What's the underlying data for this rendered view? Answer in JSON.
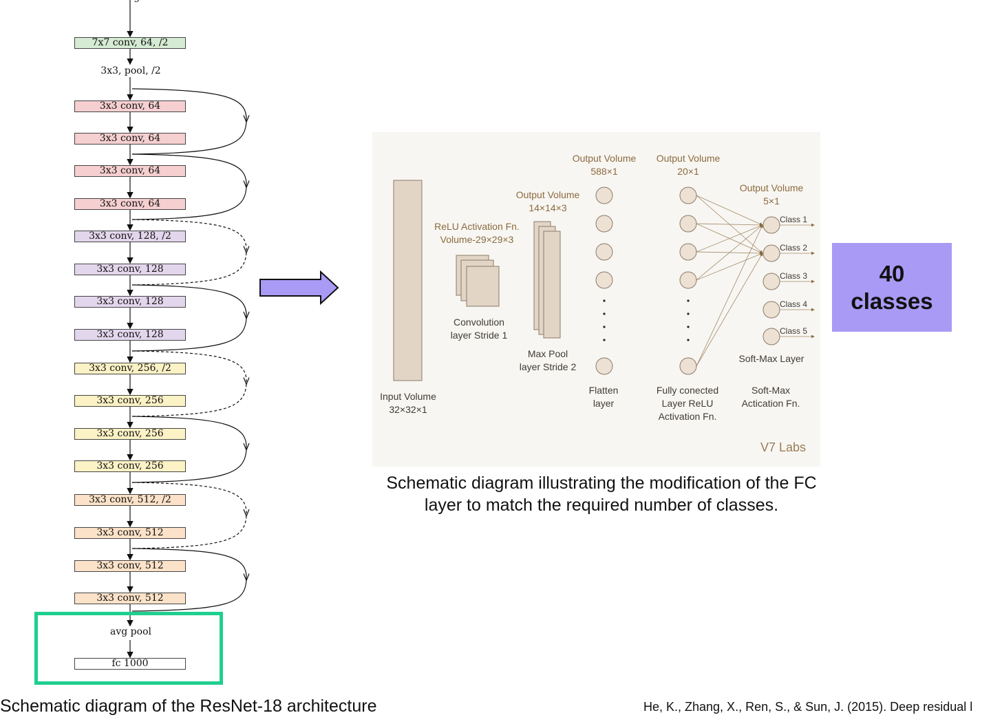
{
  "resnet": {
    "input_label": "image",
    "stem": {
      "conv": "7x7 conv, 64, /2",
      "pool": "3x3, pool, /2"
    },
    "layers": [
      {
        "label": "3x3 conv, 64",
        "color": "#f6cfd0"
      },
      {
        "label": "3x3 conv, 64",
        "color": "#f6cfd0"
      },
      {
        "label": "3x3 conv, 64",
        "color": "#f6cfd0"
      },
      {
        "label": "3x3 conv, 64",
        "color": "#f6cfd0"
      },
      {
        "label": "3x3 conv, 128, /2",
        "color": "#e2d6ec"
      },
      {
        "label": "3x3 conv, 128",
        "color": "#e2d6ec"
      },
      {
        "label": "3x3 conv, 128",
        "color": "#e2d6ec"
      },
      {
        "label": "3x3 conv, 128",
        "color": "#e2d6ec"
      },
      {
        "label": "3x3 conv, 256, /2",
        "color": "#fbf2c5"
      },
      {
        "label": "3x3 conv, 256",
        "color": "#fbf2c5"
      },
      {
        "label": "3x3 conv, 256",
        "color": "#fbf2c5"
      },
      {
        "label": "3x3 conv, 256",
        "color": "#fbf2c5"
      },
      {
        "label": "3x3 conv, 512, /2",
        "color": "#fbe2c8"
      },
      {
        "label": "3x3 conv, 512",
        "color": "#fbe2c8"
      },
      {
        "label": "3x3 conv, 512",
        "color": "#fbe2c8"
      },
      {
        "label": "3x3 conv, 512",
        "color": "#fbe2c8"
      }
    ],
    "stem_color": "#d5ebd3",
    "head": {
      "pool": "avg pool",
      "fc": "fc 1000"
    },
    "highlight_color": "#1fcf8f",
    "caption": "Schematic diagram of the ResNet-18 architecture"
  },
  "arrow_color": "#a99af5",
  "v7": {
    "input": {
      "title": "Input Volume",
      "size": "32×32×1"
    },
    "relu": {
      "title": "ReLU Activation Fn.",
      "size": "Volume-29×29×3"
    },
    "conv": {
      "line1": "Convolution",
      "line2": "layer Stride 1"
    },
    "pool_out": {
      "title": "Output Volume",
      "size": "14×14×3"
    },
    "maxpool": {
      "line1": "Max Pool",
      "line2": "layer Stride 2"
    },
    "flat_out": {
      "title": "Output Volume",
      "size": "588×1"
    },
    "flatten": {
      "line1": "Flatten",
      "line2": "layer"
    },
    "fc_out": {
      "title": "Output Volume",
      "size": "20×1"
    },
    "fc": {
      "line1": "Fully conected",
      "line2": "Layer ReLU",
      "line3": "Activation Fn."
    },
    "sm_out": {
      "title": "Output Volume",
      "size": "5×1"
    },
    "classes": [
      "Class 1",
      "Class 2",
      "Class 3",
      "Class 4",
      "Class 5"
    ],
    "softmax_layer": "Soft-Max Layer",
    "softmax_fn": {
      "line1": "Soft-Max",
      "line2": "Actication Fn."
    },
    "brand": "V7 Labs",
    "caption": "Schematic diagram illustrating the modification of the FC layer to match the required number of classes."
  },
  "classes_box": {
    "line1": "40",
    "line2": "classes",
    "color": "#a99af5"
  },
  "citation": "He, K., Zhang, X., Ren, S., & Sun, J. (2015). Deep residual l"
}
